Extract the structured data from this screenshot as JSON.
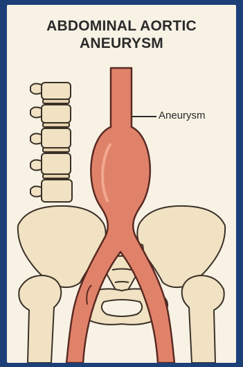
{
  "title": {
    "line1": "ABDOMINAL AORTIC",
    "line2": "ANEURYSM"
  },
  "labels": {
    "aneurysm": "Aneurysm"
  },
  "colors": {
    "background": "#1d3f78",
    "panel": "#f8f2e5",
    "bone": "#f0e2c2",
    "bone_outline": "#3a3028",
    "artery": "#e0826a",
    "artery_outline": "#5a2a22"
  }
}
